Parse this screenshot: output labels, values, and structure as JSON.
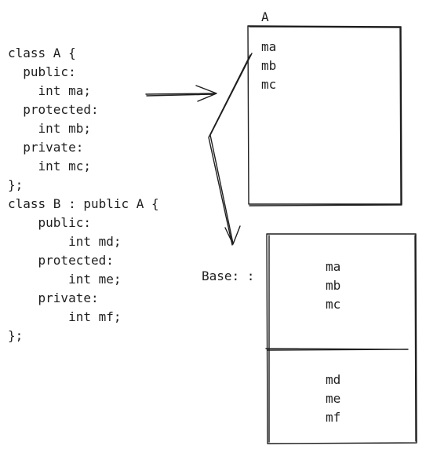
{
  "code": {
    "lines": [
      "class A {",
      "  public:",
      "    int ma;",
      "  protected:",
      "    int mb;",
      "  private:",
      "    int mc;",
      "};",
      "class B : public A {",
      "    public:",
      "        int md;",
      "    protected:",
      "        int me;",
      "    private:",
      "        int mf;",
      "};"
    ]
  },
  "box_a": {
    "title": "A",
    "members": [
      "ma",
      "mb",
      "mc"
    ]
  },
  "box_b": {
    "base_label": "Base: :",
    "base_members": [
      "ma",
      "mb",
      "mc"
    ],
    "own_members": [
      "md",
      "me",
      "mf"
    ]
  }
}
